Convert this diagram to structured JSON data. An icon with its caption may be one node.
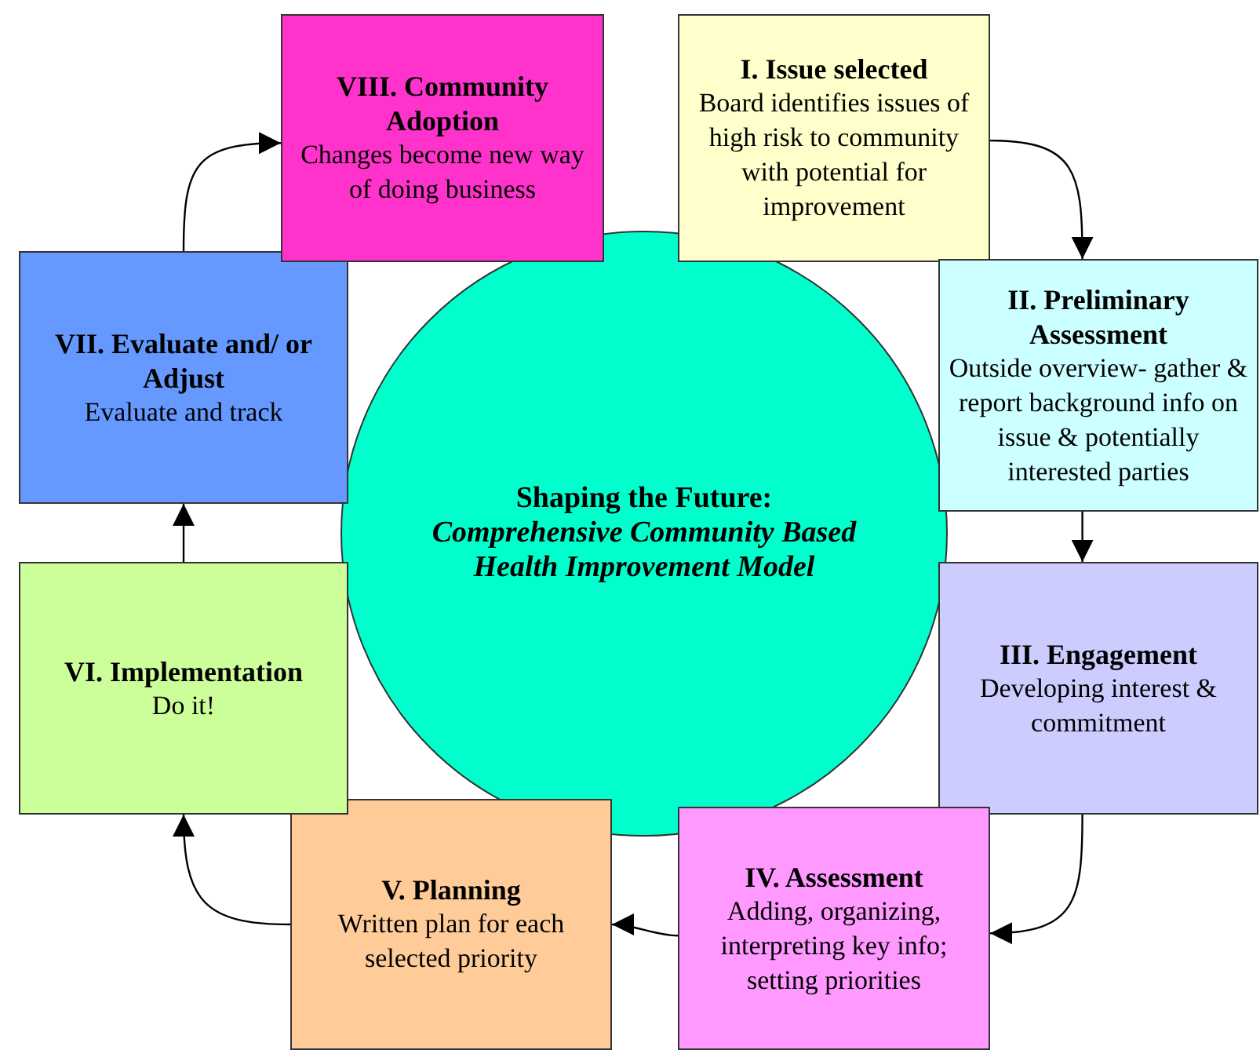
{
  "diagram": {
    "nodes": [
      {
        "text": [
          "Shaping the Future:",
          "Comprehensive Community Based Health Improvement Model"
        ]
      },
      {
        "text": [
          "I. Issue selected",
          "Board identifies issues of high risk to community with potential for improvement"
        ]
      },
      {
        "text": [
          "II. Preliminary Assessment",
          "Outside overview- gather & report background info on issue & potentially interested parties"
        ]
      },
      {
        "text": [
          "III. Engagement",
          "Developing interest & commitment"
        ]
      },
      {
        "text": [
          "IV. Assessment",
          "Adding, organizing, interpreting key info; setting priorities"
        ]
      },
      {
        "text": [
          "V. Planning",
          "Written plan for each selected priority"
        ]
      },
      {
        "text": [
          "VI. Implementation",
          "Do it!"
        ]
      },
      {
        "text": [
          "VII. Evaluate and/ or Adjust",
          "Evaluate and track"
        ]
      },
      {
        "text": [
          "VIII.  Community Adoption",
          "Changes become new way of doing business"
        ]
      }
    ],
    "edges": [
      {
        "from": 1,
        "to": 2,
        "arrow": "to"
      },
      {
        "from": 2,
        "to": 3,
        "arrow": "to"
      },
      {
        "from": 3,
        "to": 4,
        "arrow": "to"
      },
      {
        "from": 4,
        "to": 5,
        "arrow": "to"
      },
      {
        "from": 5,
        "to": 6,
        "arrow": "to"
      },
      {
        "from": 6,
        "to": 7,
        "arrow": "to"
      },
      {
        "from": 7,
        "to": 8,
        "arrow": "to"
      }
    ]
  }
}
